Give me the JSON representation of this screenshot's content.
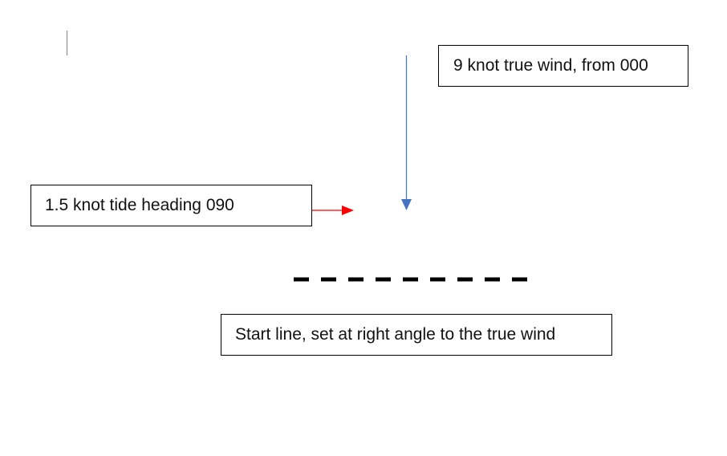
{
  "wind": {
    "label": "9 knot true wind, from 000",
    "color": "#4472C4"
  },
  "tide": {
    "label": "1.5 knot tide heading 090",
    "color": "#FF0000"
  },
  "start_line": {
    "label": "Start line, set at right angle to the true wind",
    "color": "#000000"
  }
}
